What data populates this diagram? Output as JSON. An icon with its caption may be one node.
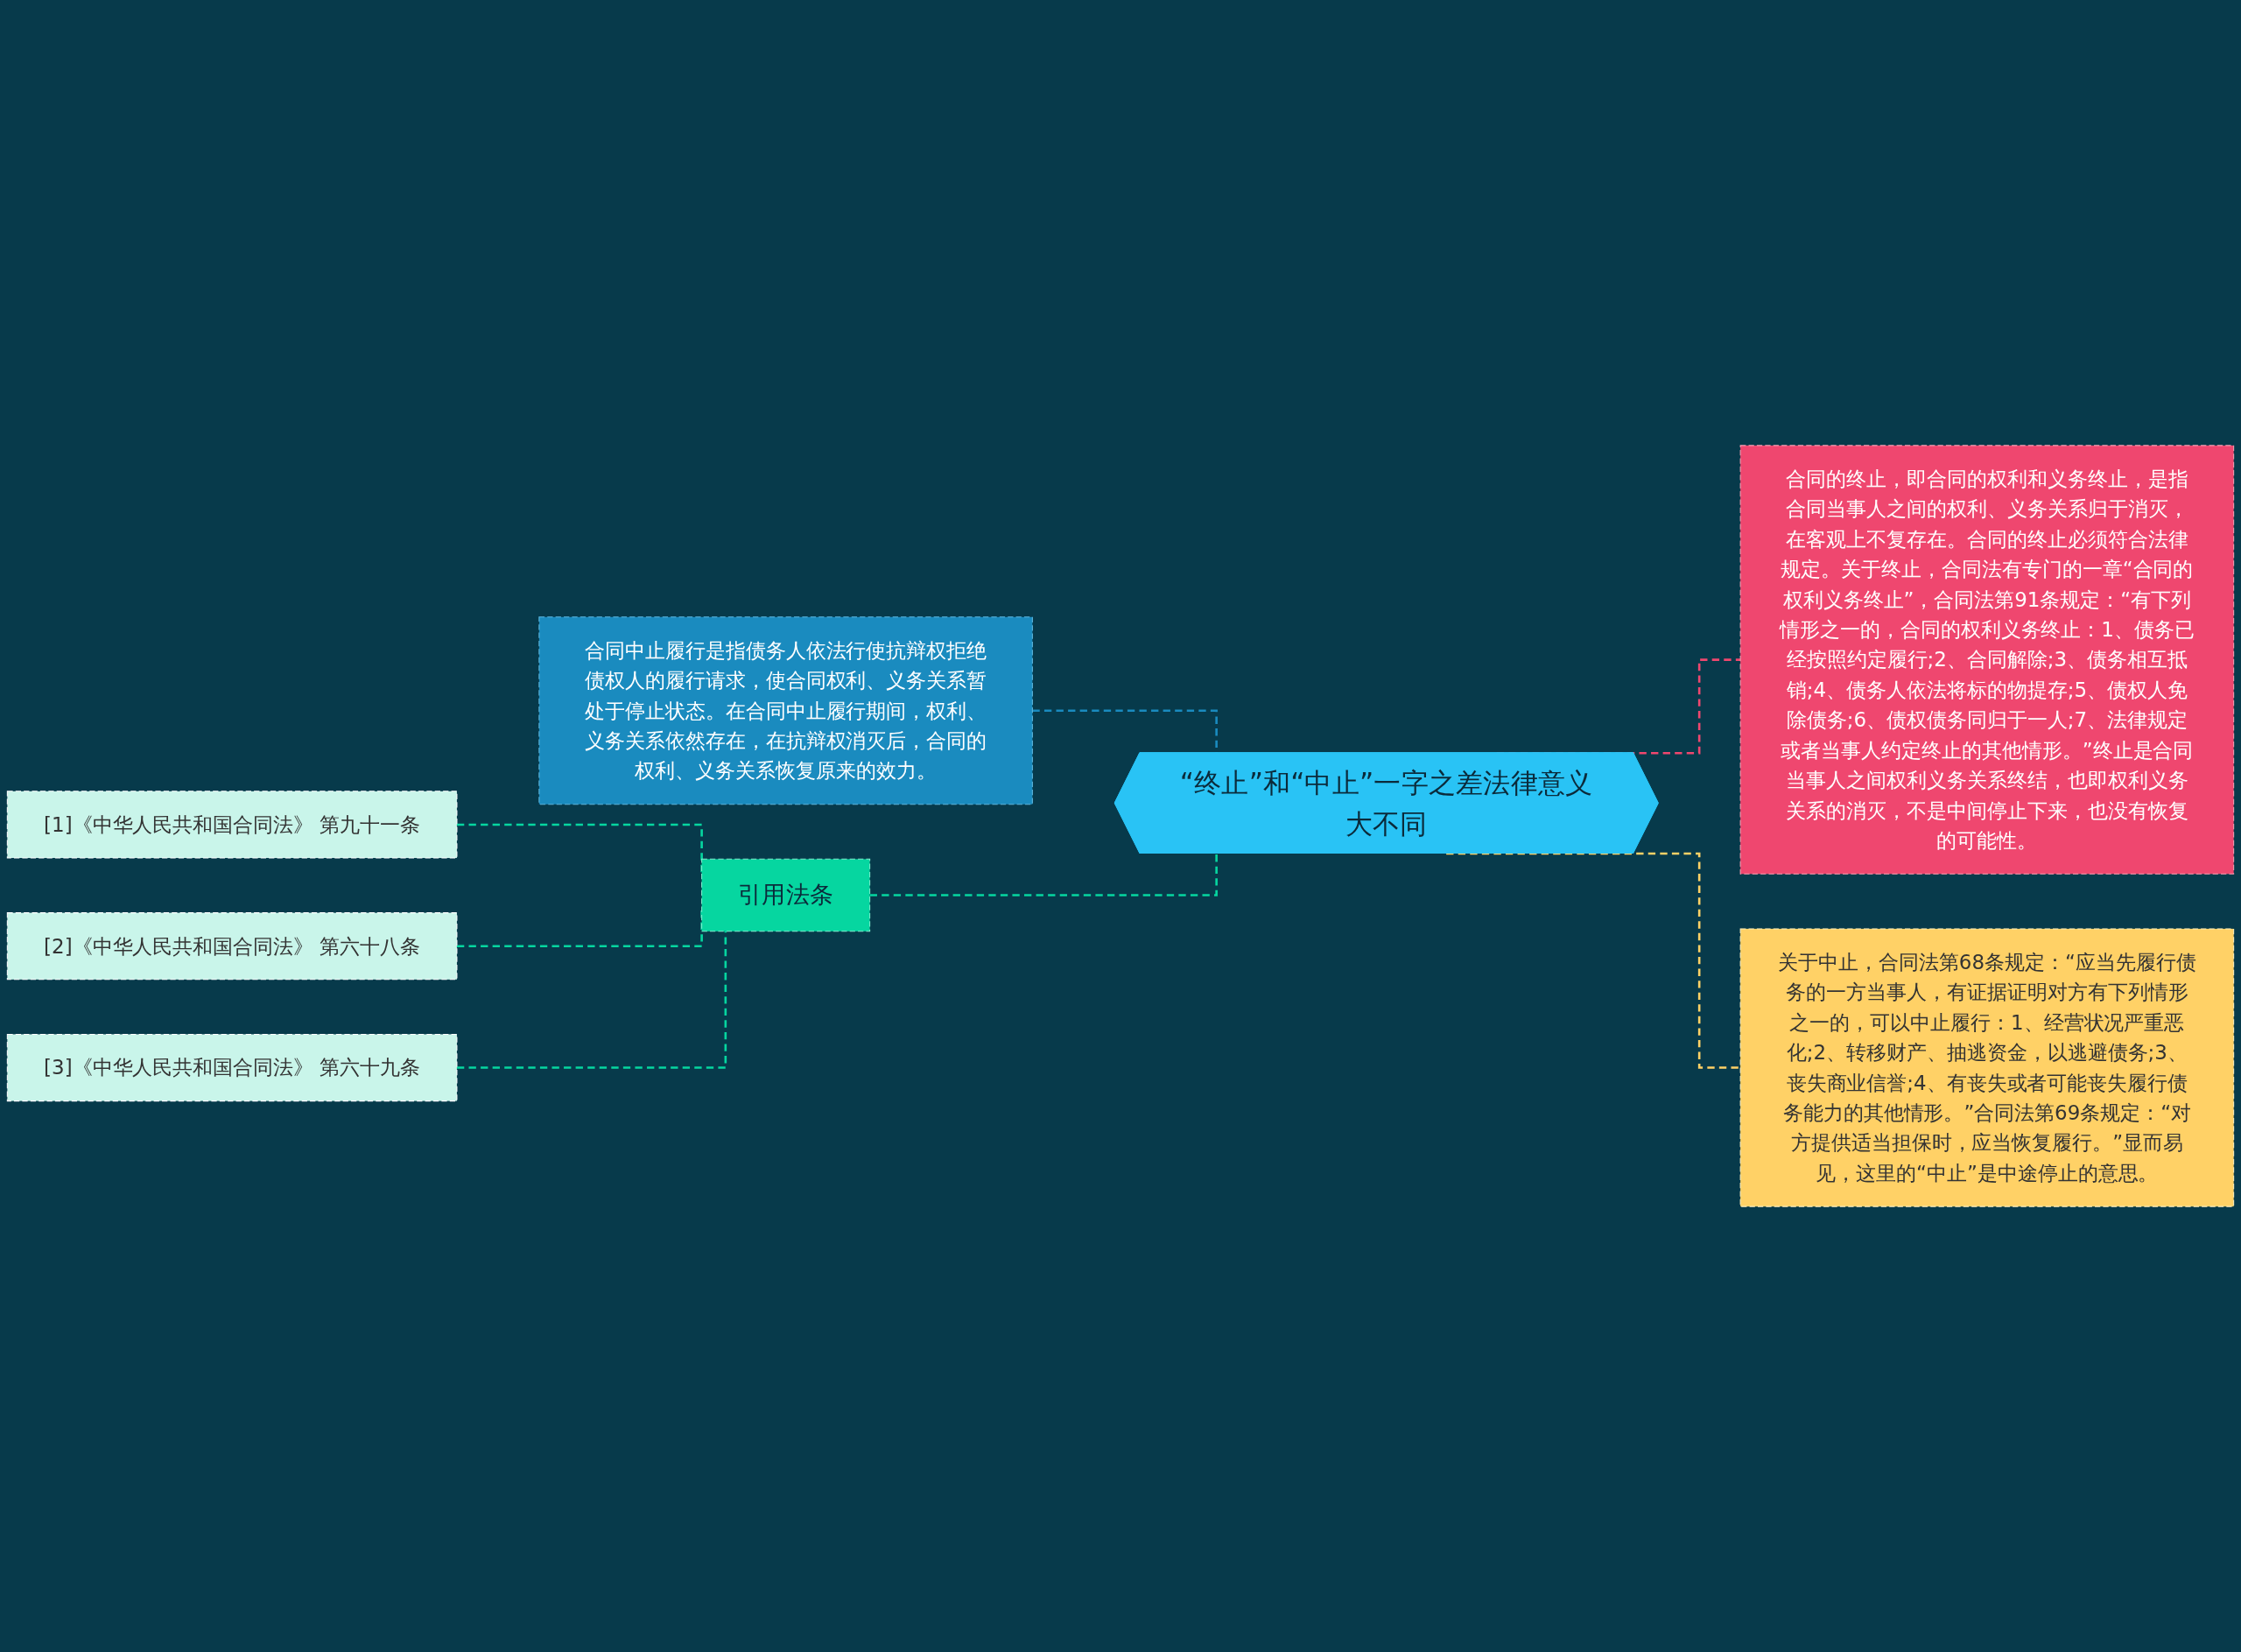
{
  "diagram": {
    "nodes": [
      {
        "text": [
          "“终止”和“中止”一字之差法律意义大不同"
        ]
      },
      {
        "text": [
          "合同中止履行是指债务人依法行使抗辩权拒绝债权人的履行请求，使合同权利、义务关系暂处于停止状态。在合同中止履行期间，权利、义务关系依然存在，在抗辩权消灭后，合同的权利、义务关系恢复原来的效力。"
        ]
      },
      {
        "text": [
          "引用法条"
        ]
      },
      {
        "text": [
          "合同的终止，即合同的权利和义务终止，是指合同当事人之间的权利、义务关系归于消灭，在客观上不复存在。合同的终止必须符合法律规定。关于终止，合同法有专门的一章“合同的权利义务终止”，合同法第91条规定：“有下列情形之一的，合同的权利义务终止：1、债务已经按照约定履行;2、合同解除;3、债务相互抵销;4、债务人依法将标的物提存;5、债权人免除债务;6、债权债务同归于一人;7、法律规定或者当事人约定终止的其他情形。”终止是合同当事人之间权利义务关系终结，也即权利义务关系的消灭，不是中间停止下来，也没有恢复的可能性。"
        ]
      },
      {
        "text": [
          "关于中止，合同法第68条规定：“应当先履行债务的一方当事人，有证据证明对方有下列情形之一的，可以中止履行：1、经营状况严重恶化;2、转移财产、抽逃资金，以逃避债务;3、丧失商业信誉;4、有丧失或者可能丧失履行债务能力的其他情形。”合同法第69条规定：“对方提供适当担保时，应当恢复履行。”显而易见，这里的“中止”是中途停止的意思。"
        ]
      },
      {
        "text": [
          "[1]《中华人民共和国合同法》 第九十一条"
        ]
      },
      {
        "text": [
          "[2]《中华人民共和国合同法》 第六十八条"
        ]
      },
      {
        "text": [
          "[3]《中华人民共和国合同法》 第六十九条"
        ]
      }
    ],
    "edges": [
      {
        "from": 1,
        "to": 0,
        "arrow": "none",
        "style": "dashed",
        "color": "#1a8bbf"
      },
      {
        "from": 2,
        "to": 0,
        "arrow": "none",
        "style": "dashed",
        "color": "#06d6a0"
      },
      {
        "from": 0,
        "to": 3,
        "arrow": "none",
        "style": "dashed",
        "color": "#ef476f"
      },
      {
        "from": 0,
        "to": 4,
        "arrow": "none",
        "style": "dashed",
        "color": "#ffd166"
      },
      {
        "from": 5,
        "to": 2,
        "arrow": "none",
        "style": "dashed",
        "color": "#06d6a0"
      },
      {
        "from": 6,
        "to": 2,
        "arrow": "none",
        "style": "dashed",
        "color": "#06d6a0"
      },
      {
        "from": 7,
        "to": 2,
        "arrow": "none",
        "style": "dashed",
        "color": "#06d6a0"
      }
    ]
  }
}
